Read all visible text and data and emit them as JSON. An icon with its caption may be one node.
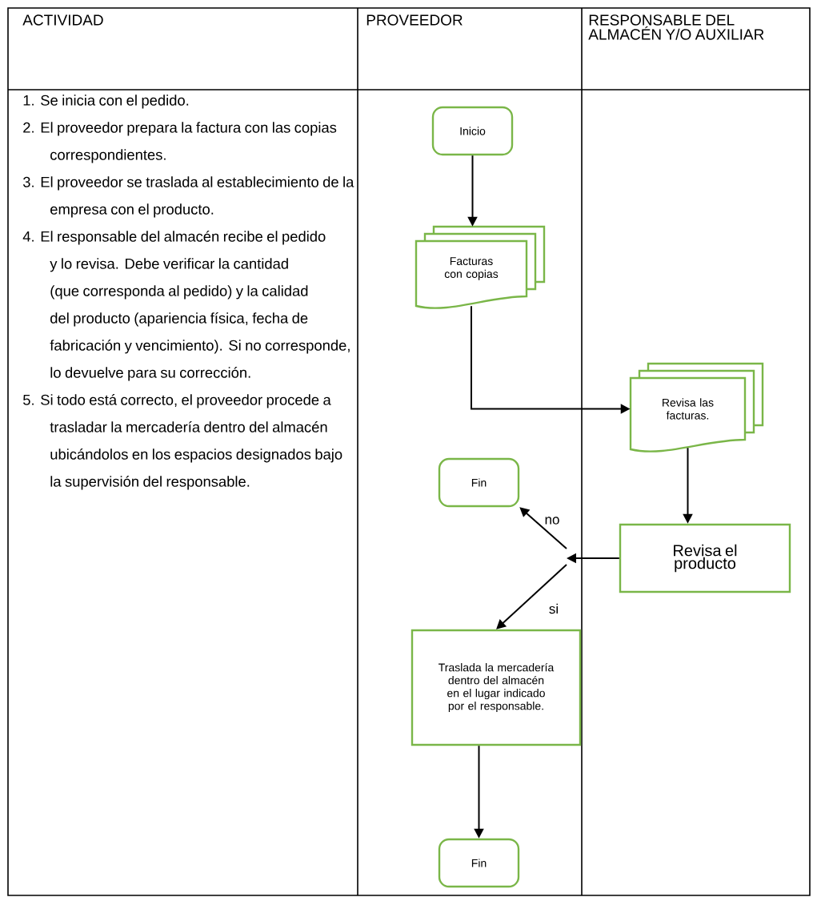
{
  "diagram": {
    "nodes": [
      {
        "text": [
          "Inicio"
        ]
      },
      {
        "text": [
          "Facturas con copias"
        ]
      },
      {
        "text": [
          "Revisa las facturas."
        ]
      },
      {
        "text": [
          "Fin"
        ]
      },
      {
        "text": [
          "Revisa el producto"
        ]
      },
      {
        "text": [
          "Traslada la mercadería dentro del almacén en el lugar indicado por el responsable."
        ]
      },
      {
        "text": [
          "Fin"
        ]
      }
    ],
    "edges": [
      {
        "from": 0,
        "to": 1,
        "arrow": "to"
      },
      {
        "from": 1,
        "to": 2,
        "arrow": "to"
      },
      {
        "from": 2,
        "to": 4,
        "arrow": "to"
      },
      {
        "from": 4,
        "to": null,
        "arrow": "to"
      },
      {
        "from": null,
        "to": 3,
        "arrow": "to",
        "label": "no"
      },
      {
        "from": null,
        "to": 5,
        "arrow": "to",
        "label": "si"
      },
      {
        "from": 5,
        "to": 6,
        "arrow": "to"
      }
    ],
    "labels": [
      "ACTIVIDAD",
      "PROVEEDOR",
      "RESPONSABLE DEL ALMACÉN Y/O AUXILIAR",
      "1. Se inicia con el pedido.",
      "2. El proveedor prepara la factura con las copias correspondientes.",
      "3. El proveedor se traslada al establecimiento de la empresa con el producto.",
      "4. El responsable del almacén recibe el pedido y lo revisa. Debe verificar la cantidad (que corresponda al pedido) y la calidad del producto (apariencia física, fecha de fabricación y vencimiento). Si no corresponde, lo devuelve para su corrección.",
      "5. Si todo está correcto, el proveedor procede a trasladar la mercadería dentro del almacén ubicándolos en los espacios designados bajo la supervisión del responsable."
    ]
  }
}
